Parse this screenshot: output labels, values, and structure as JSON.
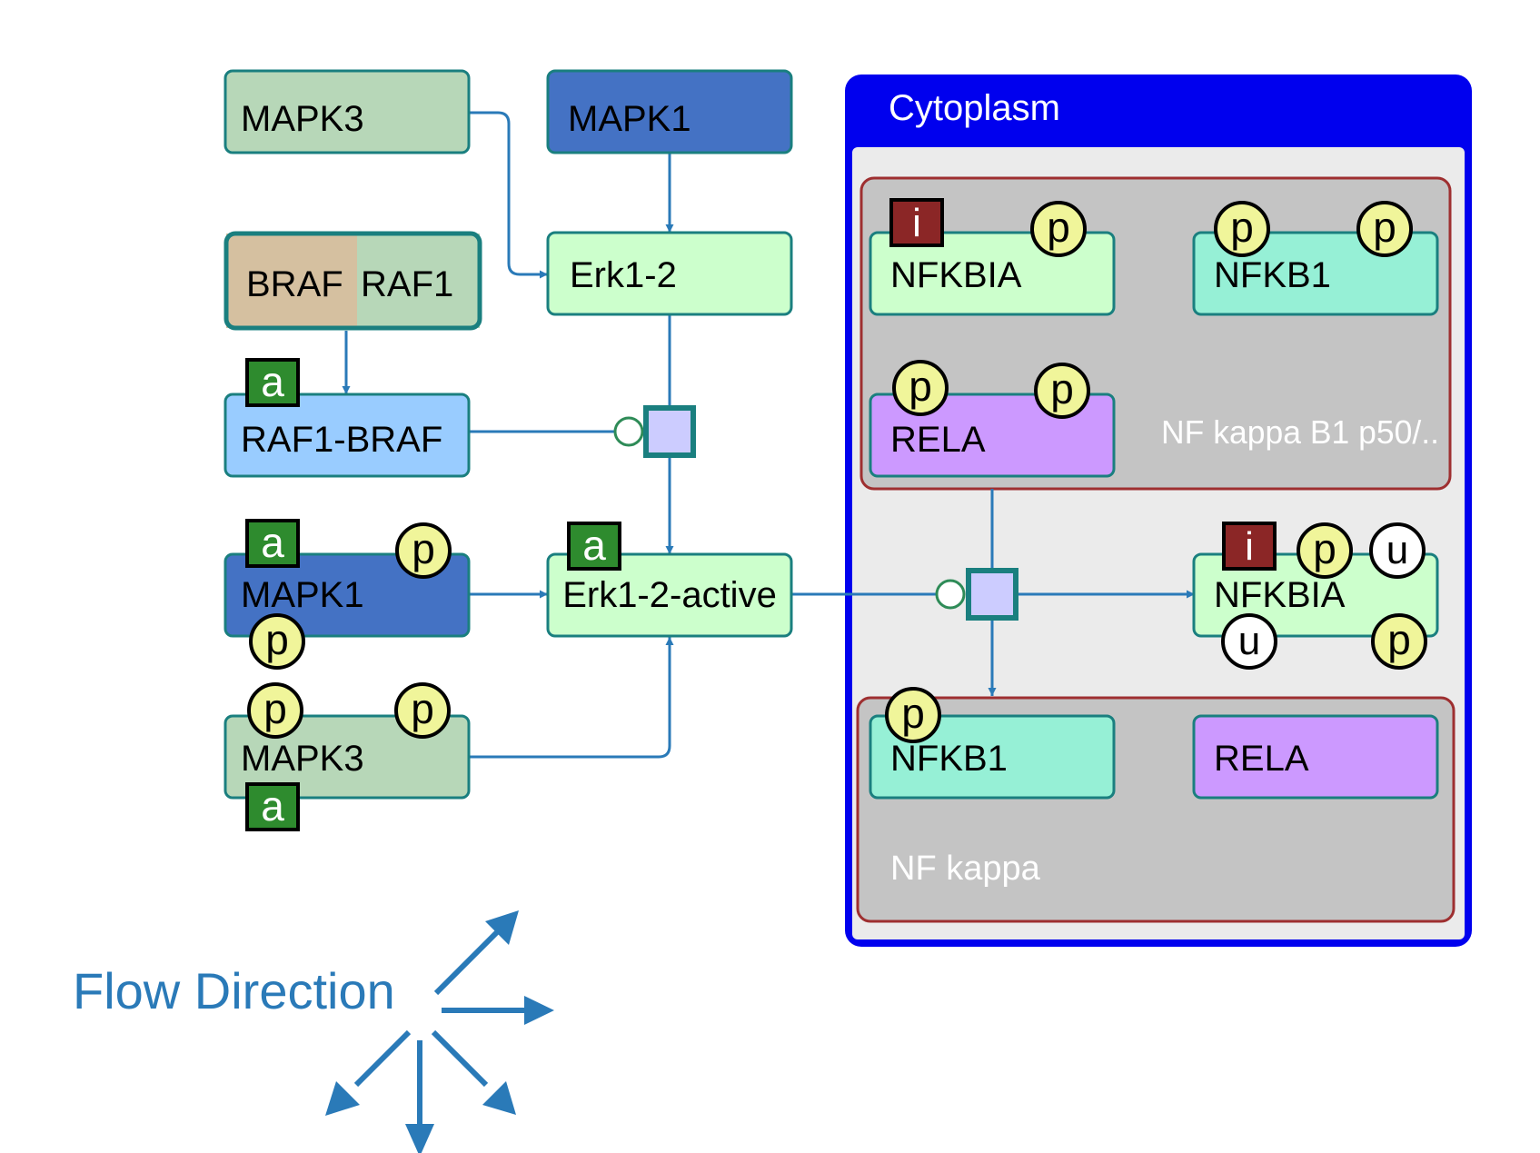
{
  "compartment": {
    "label": "Cytoplasm"
  },
  "complexes": {
    "top": {
      "label": "NF kappa B1 p50/.."
    },
    "bottom": {
      "label": "NF kappa"
    }
  },
  "nodes": {
    "mapk3_top": "MAPK3",
    "mapk1_top": "MAPK1",
    "braf": "BRAF",
    "raf1": "RAF1",
    "erk12": "Erk1-2",
    "raf1_braf": "RAF1-BRAF",
    "mapk1_active": "MAPK1",
    "erk12_active": "Erk1-2-active",
    "mapk3_active": "MAPK3",
    "nfkbia_top": "NFKBIA",
    "nfkb1_top": "NFKB1",
    "rela_top": "RELA",
    "nfkbia_right": "NFKBIA",
    "nfkb1_bottom": "NFKB1",
    "rela_bottom": "RELA"
  },
  "badges": {
    "activated": "a",
    "phosphorylated": "p",
    "inhibited": "i",
    "ubiquitinated": "u"
  },
  "legend": {
    "label": "Flow Direction"
  },
  "colors": {
    "edge": "#2a7ab8",
    "compartment_border": "#0000ee",
    "complex_border": "#9e2f30",
    "complex_fill": "#c4c4c4",
    "node_border": "#1a7f7f",
    "activated_badge": "#2e8b2e",
    "inhibited_badge": "#8b2626",
    "phospho_badge": "#f0f59a"
  }
}
